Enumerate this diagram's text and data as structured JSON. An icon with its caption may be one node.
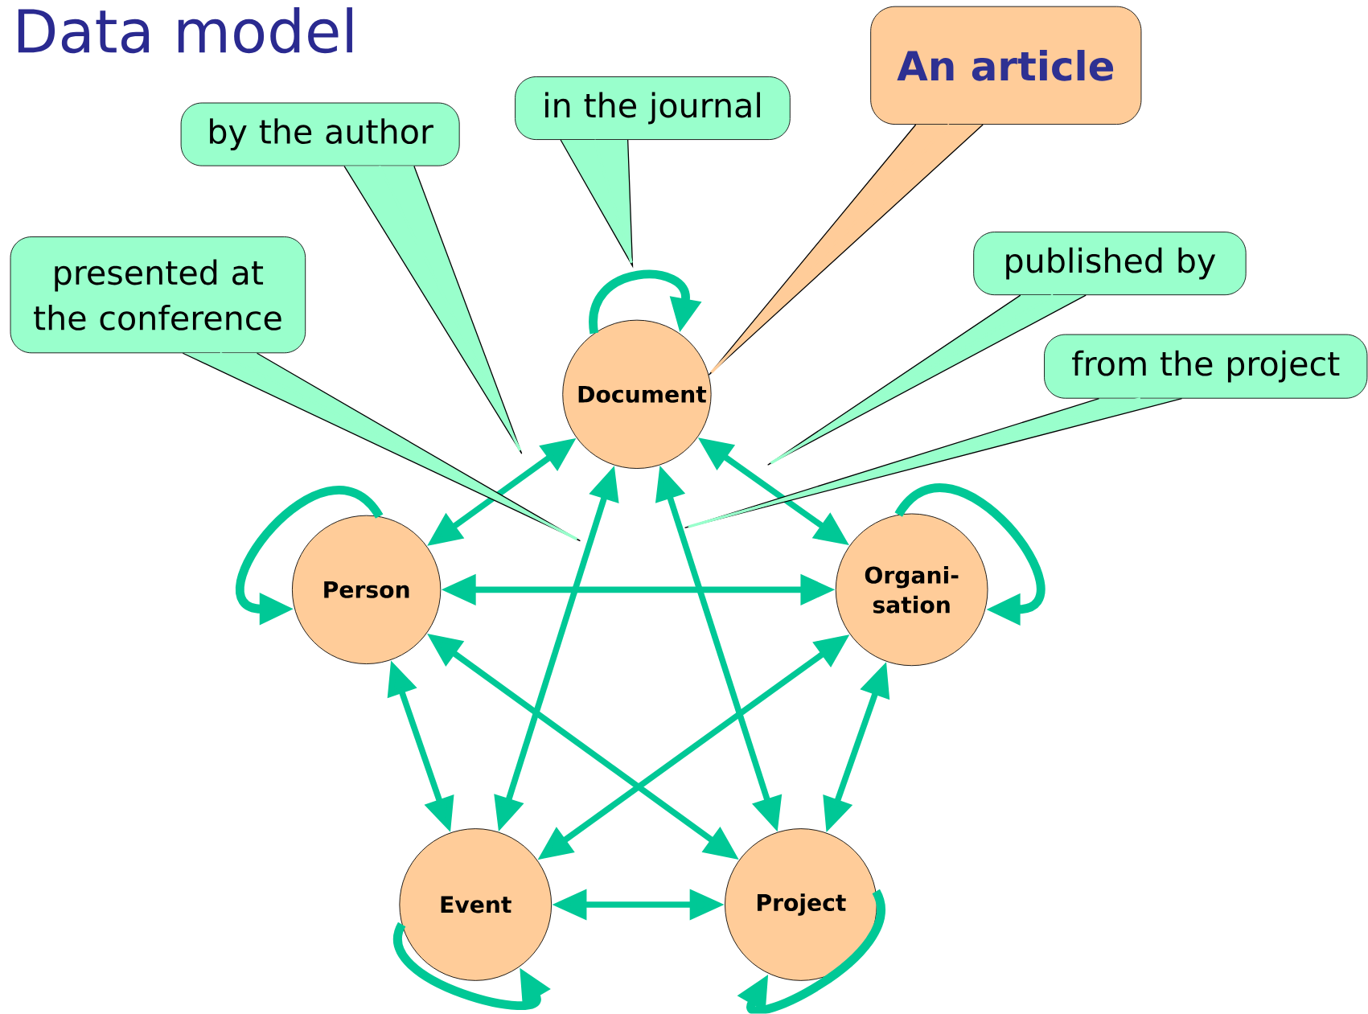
{
  "diagram": {
    "title": "Data model",
    "nodes": [
      {
        "text": [
          "An article"
        ]
      },
      {
        "text": [
          "in the journal"
        ]
      },
      {
        "text": [
          "by the author"
        ]
      },
      {
        "text": [
          "presented at the conference"
        ]
      },
      {
        "text": [
          "published by"
        ]
      },
      {
        "text": [
          "from the project"
        ]
      },
      {
        "text": [
          "Document"
        ]
      },
      {
        "text": [
          "Person"
        ]
      },
      {
        "text": [
          "Organi- sation"
        ]
      },
      {
        "text": [
          "Event"
        ]
      },
      {
        "text": [
          "Project"
        ]
      }
    ],
    "edges": [
      {
        "from": 6,
        "to": 7,
        "arrow": "both"
      },
      {
        "from": 6,
        "to": 8,
        "arrow": "both"
      },
      {
        "from": 6,
        "to": 9,
        "arrow": "both"
      },
      {
        "from": 6,
        "to": 10,
        "arrow": "both"
      },
      {
        "from": 7,
        "to": 8,
        "arrow": "both"
      },
      {
        "from": 7,
        "to": 9,
        "arrow": "both"
      },
      {
        "from": 7,
        "to": 10,
        "arrow": "both"
      },
      {
        "from": 8,
        "to": 9,
        "arrow": "both"
      },
      {
        "from": 8,
        "to": 10,
        "arrow": "both"
      },
      {
        "from": 9,
        "to": 10,
        "arrow": "both"
      },
      {
        "from": 6,
        "to": 6,
        "arrow": "to"
      },
      {
        "from": 7,
        "to": 7,
        "arrow": "to"
      },
      {
        "from": 8,
        "to": 8,
        "arrow": "to"
      },
      {
        "from": 9,
        "to": 9,
        "arrow": "to"
      },
      {
        "from": 10,
        "to": 10,
        "arrow": "to"
      },
      {
        "from": 0,
        "to": 6,
        "arrow": "none",
        "color": "#ffcc99"
      },
      {
        "from": 1,
        "to": null,
        "arrow": "none",
        "color": "#99ffcc"
      },
      {
        "from": 2,
        "to": null,
        "arrow": "none",
        "color": "#99ffcc"
      },
      {
        "from": 3,
        "to": null,
        "arrow": "none",
        "color": "#99ffcc"
      },
      {
        "from": 4,
        "to": null,
        "arrow": "none",
        "color": "#99ffcc"
      },
      {
        "from": 5,
        "to": null,
        "arrow": "none",
        "color": "#99ffcc"
      }
    ]
  }
}
